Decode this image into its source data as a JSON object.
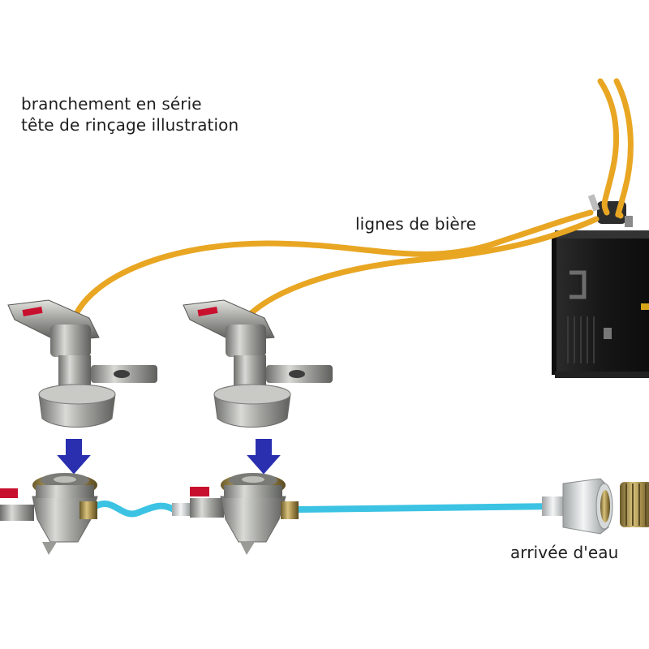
{
  "title": {
    "line1": "branchement en série",
    "line2": "tête de rinçage illustration"
  },
  "labels": {
    "beer_lines": "lignes de bière",
    "water_inlet": "arrivée d'eau"
  },
  "colors": {
    "beer_line": "#e8a623",
    "water_line": "#3cc3e3",
    "arrow": "#2a2fb0",
    "cooler_body": "#1c1c1c",
    "valve_handle": "#c8102e",
    "steel": "#a9aaa6",
    "brass": "#b59a4a"
  },
  "components": {
    "keg_couplers": 2,
    "rinse_adapters": 2,
    "arrows": 2
  }
}
